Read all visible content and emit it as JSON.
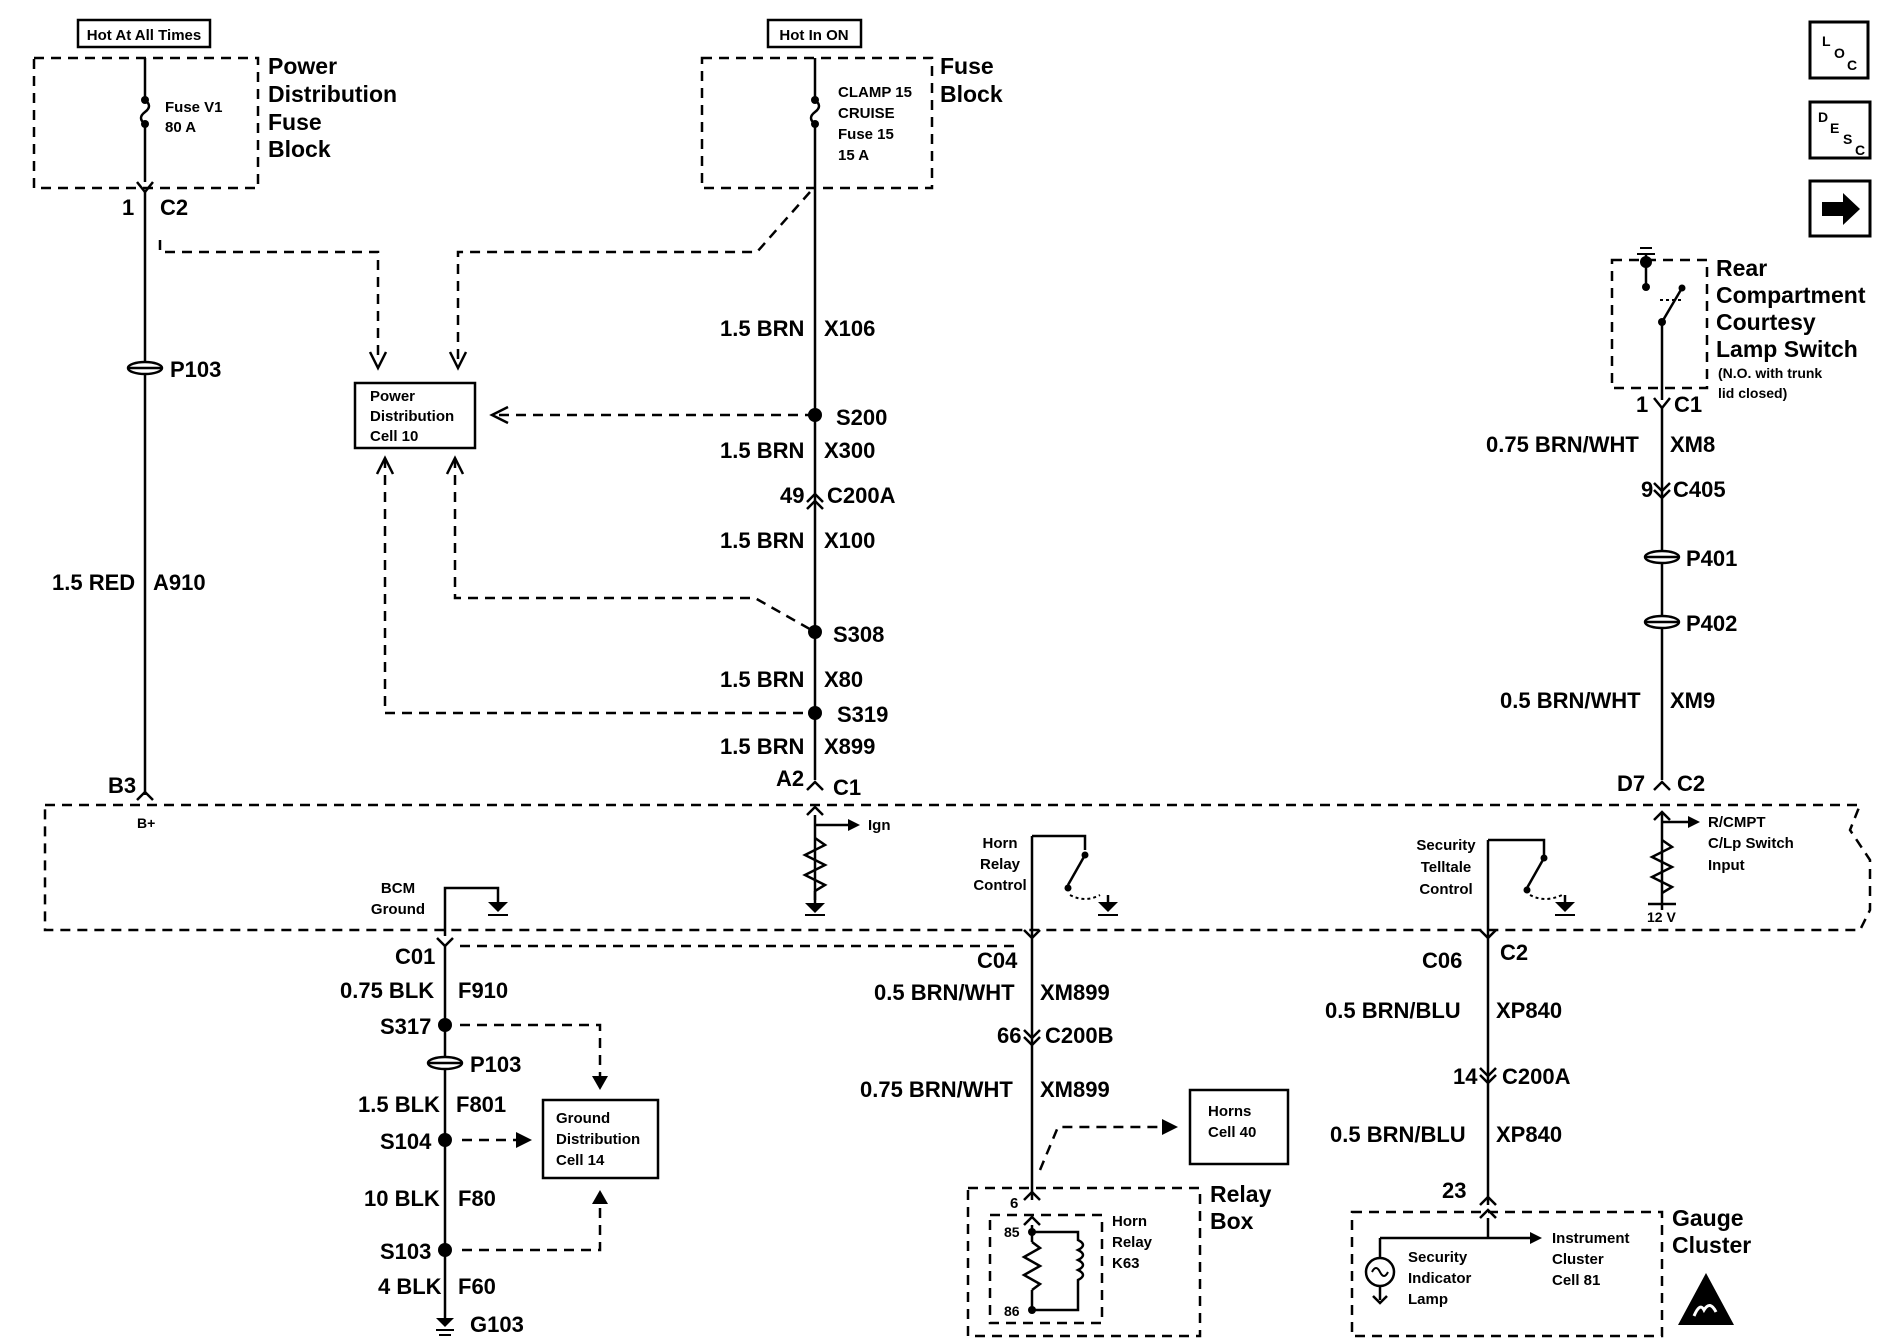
{
  "headers": {
    "hot_at_all_times": "Hot At All Times",
    "hot_in_on": "Hot In ON"
  },
  "pdfb": {
    "title_lines": [
      "Power",
      "Distribution",
      "Fuse",
      "Block"
    ],
    "fuse_lines": [
      "Fuse V1",
      "80 A"
    ],
    "connector": {
      "pin": "1",
      "name": "C2"
    }
  },
  "fuse_block": {
    "title_lines": [
      "Fuse",
      "Block"
    ],
    "fuse_lines": [
      "CLAMP 15",
      "CRUISE",
      "Fuse 15",
      "15 A"
    ]
  },
  "ref_boxes": {
    "power_dist": [
      "Power",
      "Distribution",
      "Cell 10"
    ],
    "ground_dist": [
      "Ground",
      "Distribution",
      "Cell 14"
    ],
    "horns": [
      "Horns",
      "Cell 40"
    ]
  },
  "nav": {
    "loc": [
      "L",
      "O",
      "C"
    ],
    "desc": [
      "D",
      "E",
      "S",
      "C"
    ],
    "next_arrow": "→"
  },
  "left_circuit": {
    "pass_through": "P103",
    "wire": {
      "gauge": "1.5 RED",
      "id": "A910"
    },
    "bcm_pin": "B3",
    "bcm_label": "B+"
  },
  "center_circuit": {
    "wires": [
      {
        "gauge": "1.5 BRN",
        "id": "X106"
      },
      {
        "gauge": "1.5 BRN",
        "id": "X300"
      },
      {
        "gauge": "1.5 BRN",
        "id": "X100"
      },
      {
        "gauge": "1.5 BRN",
        "id": "X80"
      },
      {
        "gauge": "1.5 BRN",
        "id": "X899"
      }
    ],
    "splices": [
      "S200",
      "S308",
      "S319"
    ],
    "inline": {
      "pin": "49",
      "name": "C200A"
    },
    "bcm_pin": "A2",
    "bcm_connector": "C1",
    "bcm_label": "Ign"
  },
  "rear_switch": {
    "title_lines": [
      "Rear",
      "Compartment",
      "Courtesy",
      "Lamp Switch"
    ],
    "note_lines": [
      "(N.O. with trunk",
      "lid closed)"
    ],
    "connector": {
      "pin": "1",
      "name": "C1"
    },
    "wires": [
      {
        "gauge": "0.75 BRN/WHT",
        "id": "XM8"
      },
      {
        "gauge": "0.5 BRN/WHT",
        "id": "XM9"
      }
    ],
    "inline": {
      "pin": "9",
      "name": "C405"
    },
    "pass_throughs": [
      "P401",
      "P402"
    ],
    "bcm_pin": "D7",
    "bcm_connector": "C2",
    "input_lines": [
      "R/CMPT",
      "C/Lp Switch",
      "Input"
    ],
    "voltage": "12 V"
  },
  "bcm_internal": {
    "bcm_ground": [
      "BCM",
      "Ground"
    ],
    "horn_relay_control": [
      "Horn",
      "Relay",
      "Control"
    ],
    "security_telltale": [
      "Security",
      "Telltale",
      "Control"
    ]
  },
  "ground_circuit": {
    "connector": "C01",
    "wires": [
      {
        "gauge": "0.75 BLK",
        "id": "F910"
      },
      {
        "gauge": "1.5 BLK",
        "id": "F801"
      },
      {
        "gauge": "10 BLK",
        "id": "F80"
      },
      {
        "gauge": "4 BLK",
        "id": "F60"
      }
    ],
    "splices": [
      "S317",
      "S104",
      "S103"
    ],
    "pass_through": "P103",
    "ground": "G103"
  },
  "horn_circuit": {
    "connector": "C04",
    "wires": [
      {
        "gauge": "0.5 BRN/WHT",
        "id": "XM899"
      },
      {
        "gauge": "0.75 BRN/WHT",
        "id": "XM899"
      }
    ],
    "inline": {
      "pin": "66",
      "name": "C200B"
    },
    "relay_box": {
      "title_lines": [
        "Relay",
        "Box"
      ],
      "pin": "6"
    },
    "relay": {
      "lines": [
        "Horn",
        "Relay",
        "K63"
      ],
      "pin_top": "85",
      "pin_bottom": "86"
    }
  },
  "security_circuit": {
    "connector": "C06",
    "bcm_connector": "C2",
    "wires": [
      {
        "gauge": "0.5 BRN/BLU",
        "id": "XP840"
      },
      {
        "gauge": "0.5 BRN/BLU",
        "id": "XP840"
      }
    ],
    "inline": {
      "pin": "14",
      "name": "C200A"
    },
    "cluster_pin": "23",
    "cluster": {
      "title_lines": [
        "Gauge",
        "Cluster"
      ],
      "lamp_lines": [
        "Security",
        "Indicator",
        "Lamp"
      ],
      "ref_lines": [
        "Instrument",
        "Cluster",
        "Cell 81"
      ]
    }
  }
}
